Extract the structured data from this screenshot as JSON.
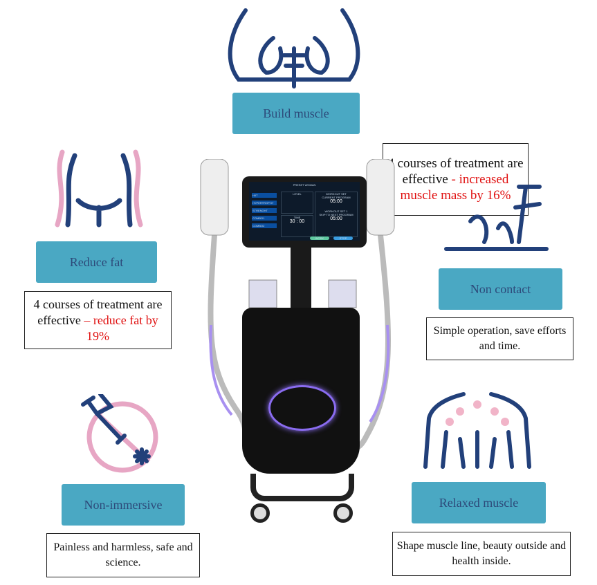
{
  "features": [
    {
      "label": "Build muscle"
    },
    {
      "label": "Reduce fat",
      "note_a": "4 courses of treatment are effective ",
      "note_b": "– reduce fat by 19%"
    },
    {
      "label": "Non contact",
      "note": "Simple operation, save efforts and time."
    },
    {
      "label": "Non-immersive",
      "note": "Painless and harmless, safe and science."
    },
    {
      "label": "Relaxed muscle",
      "note": "Shape muscle line, beauty outside and health inside."
    }
  ],
  "callout": {
    "text_a": "4 courses of treatment are effective ",
    "text_b": "- increased muscle mass by 16%"
  },
  "screen": {
    "title": "PRESET WOMAN",
    "menu": [
      "HIIT",
      "HYPERTROPHY",
      "STRENGHT",
      "COMBO1",
      "COMBO2"
    ],
    "level_label": "LEVEL",
    "time_label": "TIME",
    "time_value": "30 : 00",
    "set1": "WORKOUT SET",
    "set1_sub": "CURRENT PROGRAM",
    "set1_time": "05:00",
    "set2": "WORKOUT SET 1",
    "set2_sub": "SKIP TO NEXT PROGRAM",
    "set2_time": "05:00",
    "work": "WORK",
    "stop": "STOP"
  },
  "colors": {
    "button": "#4aa8c3",
    "icon_blue": "#22407a",
    "icon_pink": "#e7a6c4",
    "accent_red": "#e01010"
  }
}
